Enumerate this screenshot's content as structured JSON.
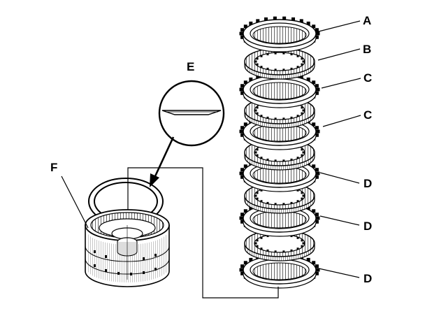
{
  "labels": {
    "a": "A",
    "b": "B",
    "c1": "C",
    "c2": "C",
    "d1": "D",
    "d2": "D",
    "d3": "D",
    "e": "E",
    "f": "F"
  }
}
